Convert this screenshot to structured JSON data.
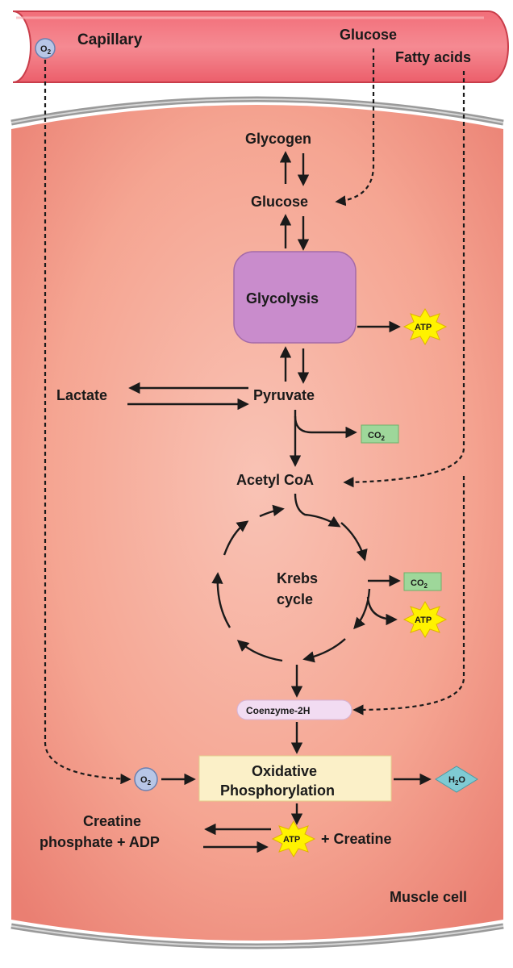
{
  "capillary": {
    "label": "Capillary",
    "o2": "O",
    "o2_sub": "2",
    "glucose": "Glucose",
    "fatty_acids": "Fatty acids"
  },
  "cell": {
    "label": "Muscle cell"
  },
  "nodes": {
    "glycogen": "Glycogen",
    "glucose": "Glucose",
    "glycolysis": "Glycolysis",
    "lactate": "Lactate",
    "pyruvate": "Pyruvate",
    "acetyl_coa": "Acetyl CoA",
    "krebs_line1": "Krebs",
    "krebs_line2": "cycle",
    "coenzyme": "Coenzyme-2H",
    "oxphos_line1": "Oxidative",
    "oxphos_line2": "Phosphorylation",
    "o2": "O",
    "o2_sub": "2",
    "h2o_h": "H",
    "h2o_sub": "2",
    "h2o_o": "O",
    "creatine_phosphate_line1": "Creatine",
    "creatine_phosphate_line2": "phosphate + ADP",
    "creatine": "+ Creatine"
  },
  "products": {
    "atp_glycolysis": "ATP",
    "atp_krebs": "ATP",
    "atp_final": "ATP",
    "co2_c": "CO",
    "co2_sub": "2"
  },
  "colors": {
    "capillary_fill": "#f06a75",
    "cell_fill": "#f4a08f",
    "glycolysis_fill": "#c98ccc",
    "oxphos_fill": "#fbf0c8",
    "co2_fill": "#9ed79a",
    "atp_fill": "#fff200",
    "h2o_fill": "#7fcad3",
    "coenzyme_fill": "#f2dcf2",
    "o2_fill": "#b8c6e6"
  }
}
